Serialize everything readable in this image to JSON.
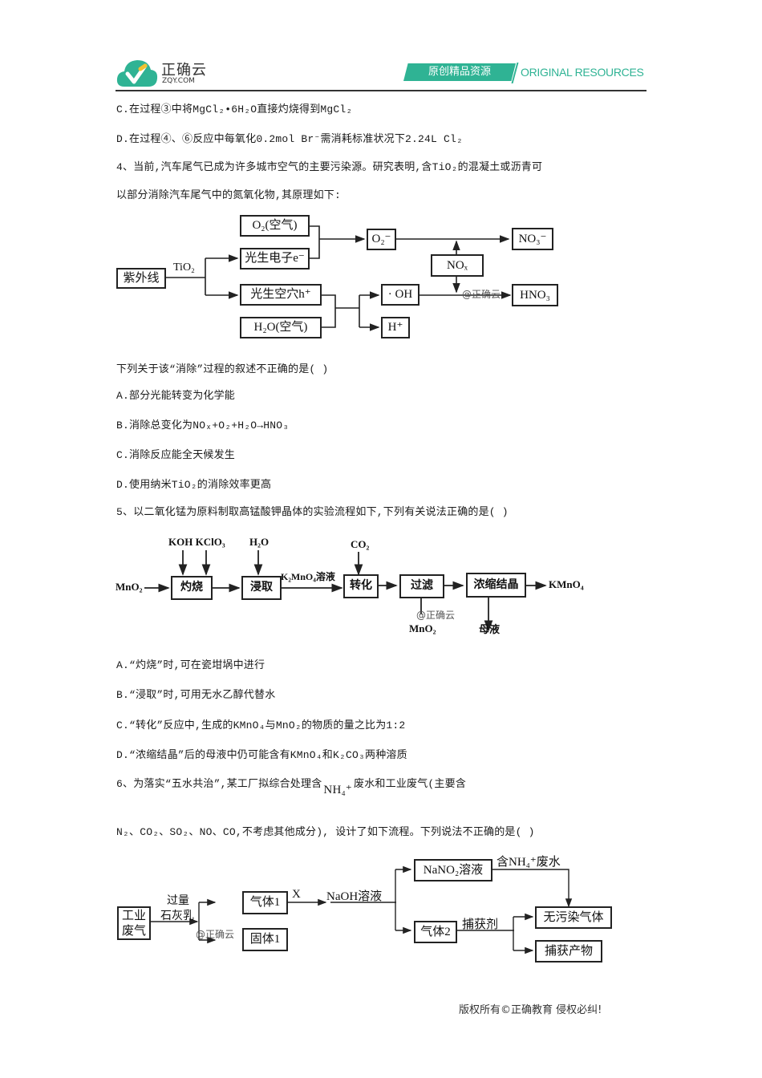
{
  "header": {
    "logo_cn": "正确云",
    "logo_en": "ZQY.COM",
    "banner_cn": "原创精品资源",
    "banner_en": "ORIGINAL RESOURCES",
    "accent_color": "#2fb394"
  },
  "q3_tail": {
    "option_c": "C.在过程③中将MgCl₂•6H₂O直接灼烧得到MgCl₂",
    "option_d": "D.在过程④、⑥反应中每氧化0.2mol  Br⁻需消耗标准状况下2.24L Cl₂"
  },
  "q4": {
    "stem_line1": "4、当前,汽车尾气已成为许多城市空气的主要污染源。研究表明,含TiO₂的混凝土或沥青可",
    "stem_line2": "以部分消除汽车尾气中的氮氧化物,其原理如下:",
    "diagram": {
      "uv": "紫外线",
      "catalyst": "TiO₂",
      "o2_air": "O₂(空气)",
      "electron": "光生电子e⁻",
      "hole": "光生空穴h⁺",
      "h2o_air": "H₂O(空气)",
      "superoxide": "O₂⁻",
      "hydroxyl": "· OH",
      "proton": "H⁺",
      "nox": "NOₓ",
      "nitrate": "NO₃⁻",
      "nitric_acid": "HNO₃",
      "watermark": "@正确云"
    },
    "question": "下列关于该“消除”过程的叙述不正确的是(      )",
    "options": [
      "A.部分光能转变为化学能",
      "B.消除总变化为NOₓ+O₂+H₂O→HNO₃",
      "C.消除反应能全天候发生",
      "D.使用纳米TiO₂的消除效率更高"
    ]
  },
  "q5": {
    "stem": "5、以二氧化锰为原料制取高锰酸钾晶体的实验流程如下,下列有关说法正确的是(      )",
    "diagram": {
      "input": "MnO₂",
      "reagents_1": "KOH KClO₃",
      "step_1": "灼烧",
      "reagent_2": "H₂O",
      "step_2": "浸取",
      "intermediate": "K₂MnO₄溶液",
      "reagent_3": "CO₂",
      "step_3": "转化",
      "step_4": "过滤",
      "byproduct_1": "MnO₂",
      "step_5": "浓缩结晶",
      "byproduct_2": "母液",
      "output": "KMnO₄",
      "watermark": "@正确云"
    },
    "options": [
      "A.“灼烧”时,可在瓷坩埚中进行",
      "B.“浸取”时,可用无水乙醇代替水",
      "C.“转化”反应中,生成的KMnO₄与MnO₂的物质的量之比为1:2",
      "D.“浓缩结晶”后的母液中仍可能含有KMnO₄和K₂CO₃两种溶质"
    ]
  },
  "q6": {
    "stem_line1_a": "6、为落实“五水共治”,某工厂拟综合处理含",
    "stem_line1_ion": "NH₄⁺",
    "stem_line1_b": "废水和工业废气(主要含",
    "stem_line2": "N₂、CO₂、SO₂、NO、CO,不考虑其他成分), 设计了如下流程。下列说法不正确的是(      )",
    "diagram": {
      "input": "工业废气",
      "reagent_1a": "过量",
      "reagent_1b": "石灰乳",
      "gas_1": "气体1",
      "solid_1": "固体1",
      "x_label": "X",
      "naoh": "NaOH溶液",
      "nano2": "NaNO₂溶液",
      "nh4_water": "含NH₄⁺废水",
      "gas_2": "气体2",
      "capture_agent": "捕获剂",
      "clean_gas": "无污染气体",
      "capture_product": "捕获产物",
      "watermark": "@正确云"
    }
  },
  "footer": {
    "copyright": "版权所有©正确教育  侵权必纠!"
  }
}
